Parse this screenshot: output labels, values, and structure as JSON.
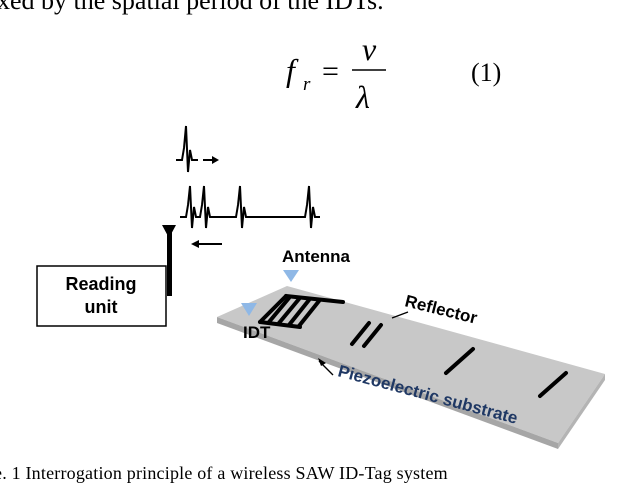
{
  "top_text": "xed by the spatial period of the IDTs.",
  "equation": {
    "lhs_symbol": "f",
    "lhs_subscript": "r",
    "equals": "=",
    "numerator": "v",
    "denominator": "λ",
    "number": "(1)"
  },
  "figure": {
    "reading_unit_line1": "Reading",
    "reading_unit_line2": "unit",
    "antenna_label": "Antenna",
    "reflector_label": "Reflector",
    "idt_label": "IDT",
    "substrate_label": "Piezoelectric substrate",
    "colors": {
      "substrate_fill": "#c4c4c4",
      "substrate_label": "#1f3864",
      "antenna_marker": "#8fb8e6"
    }
  },
  "caption": "e. 1   Interrogation principle of a wireless SAW ID-Tag system"
}
